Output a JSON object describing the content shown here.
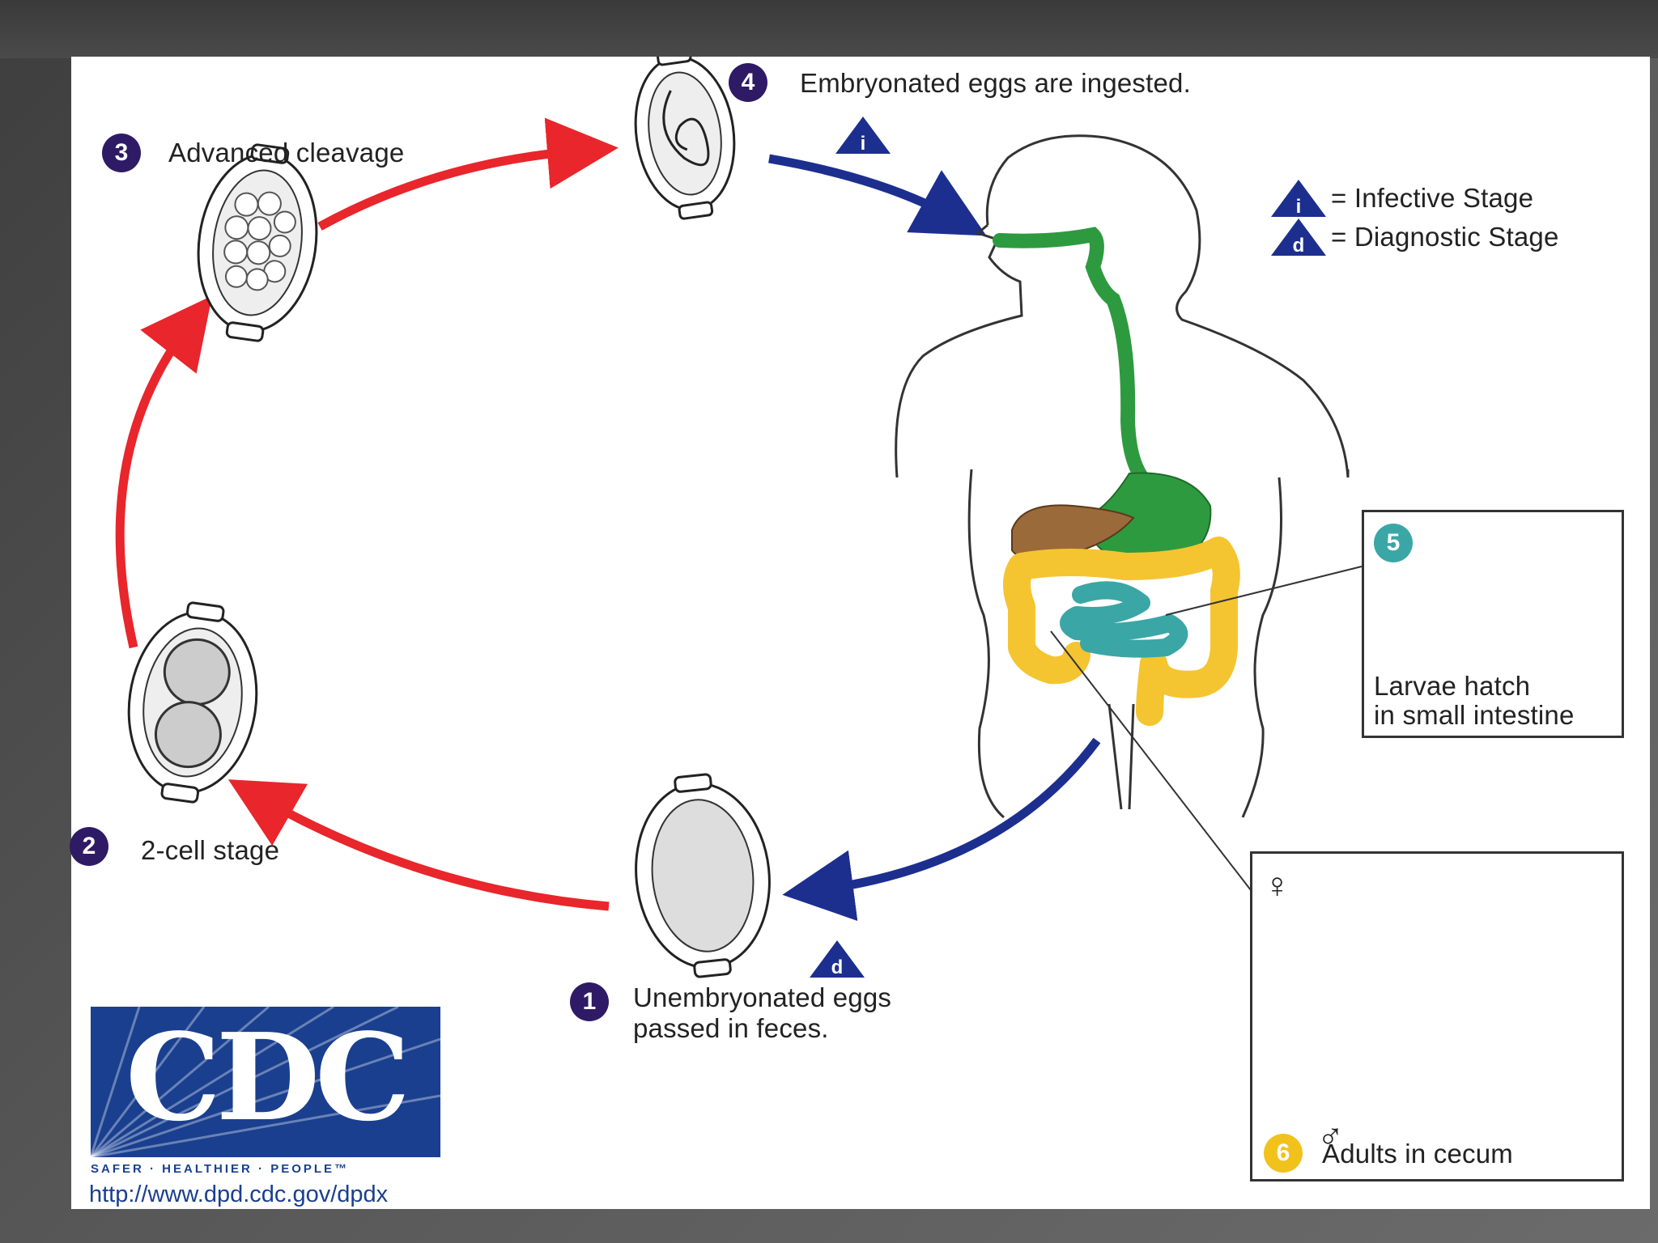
{
  "stages": {
    "s1": {
      "number": "1",
      "line1": "Unembryonated eggs",
      "line2": "passed in feces."
    },
    "s2": {
      "number": "2",
      "label": "2-cell stage"
    },
    "s3": {
      "number": "3",
      "label": "Advanced cleavage"
    },
    "s4": {
      "number": "4",
      "label": "Embryonated eggs are ingested."
    },
    "s5": {
      "number": "5",
      "line1": "Larvae hatch",
      "line2": "in small intestine"
    },
    "s6": {
      "number": "6",
      "label": "Adults in cecum"
    }
  },
  "legend": {
    "infective_letter": "i",
    "infective_label": "= Infective Stage",
    "diagnostic_letter": "d",
    "diagnostic_label": "= Diagnostic Stage"
  },
  "symbols": {
    "female": "♀",
    "male": "♂"
  },
  "logo": {
    "text": "CDC",
    "tagline": "SAFER · HEALTHIER · PEOPLE™",
    "url": "http://www.dpd.cdc.gov/dpdx"
  },
  "colors": {
    "environment_arrow": "#e8262b",
    "host_arrow": "#1c2f8f",
    "esophagus_stomach": "#2e9a3f",
    "liver": "#9b6a3a",
    "colon": "#f4c531",
    "small_intestine": "#3aa6a6",
    "stage_badge": "#2f1a66"
  }
}
